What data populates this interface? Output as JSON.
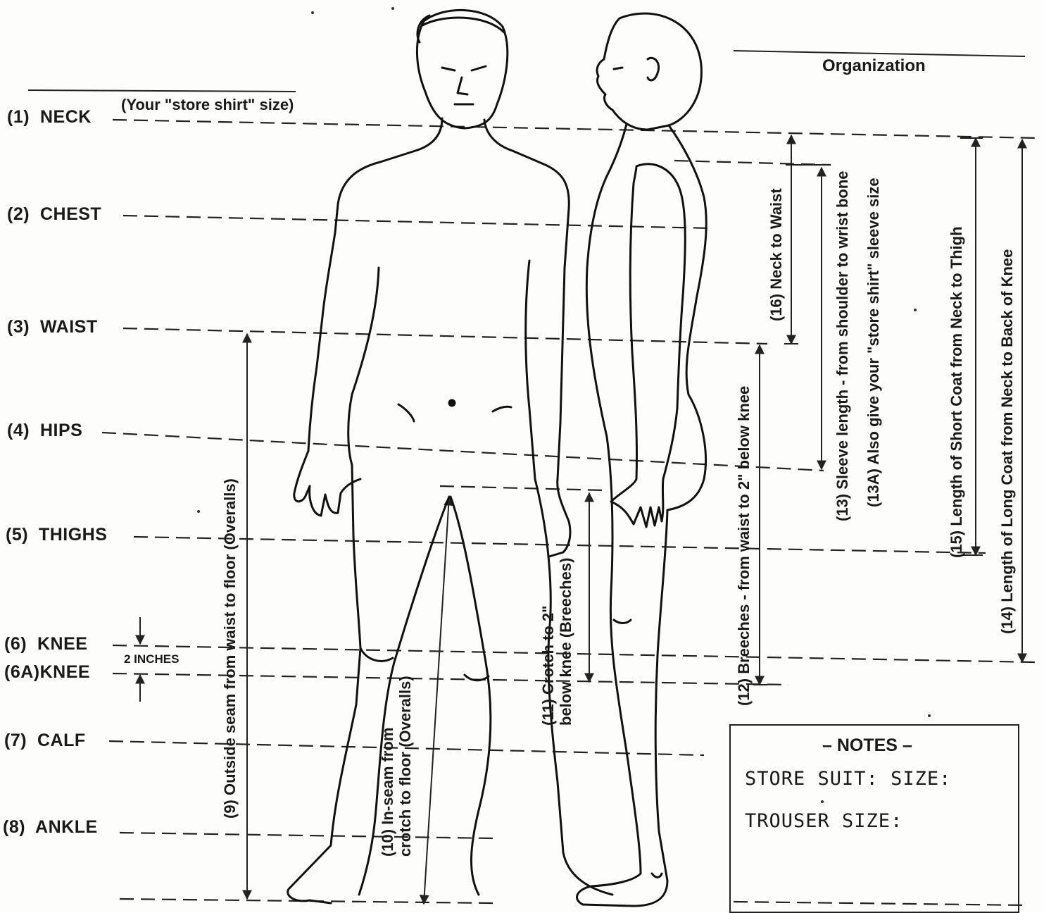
{
  "header": {
    "organization_label": "Organization"
  },
  "measurements": [
    {
      "num": "(1)",
      "name": "NECK",
      "note": "(Your \"store shirt\" size)"
    },
    {
      "num": "(2)",
      "name": "CHEST"
    },
    {
      "num": "(3)",
      "name": "WAIST"
    },
    {
      "num": "(4)",
      "name": "HIPS"
    },
    {
      "num": "(5)",
      "name": "THIGHS"
    },
    {
      "num": "(6)",
      "name": "KNEE"
    },
    {
      "num": "(6A)",
      "name": "KNEE"
    },
    {
      "num": "(7)",
      "name": "CALF"
    },
    {
      "num": "(8)",
      "name": "ANKLE"
    }
  ],
  "two_inches_label": "2 INCHES",
  "vertical_labels": {
    "m9": "(9) Outside seam from waist to floor (Overalls)",
    "m10_line1": "(10) In-seam from",
    "m10_line2": "crotch to floor (Overalls)",
    "m11_line1": "(11) Crotch to 2\"",
    "m11_line2": "below knee (Breeches)",
    "m12": "(12) Breeches - from waist to 2\" below knee",
    "m16": "(16) Neck to Waist",
    "m13": "(13) Sleeve length - from shoulder to wrist bone",
    "m13a": "(13A) Also give your \"store shirt\" sleeve size",
    "m15": "(15) Length of Short Coat from Neck to Thigh",
    "m14": "(14) Length of Long Coat from Neck to Back of Knee"
  },
  "notes": {
    "title": "– NOTES –",
    "store_suit": "STORE SUIT: SIZE:",
    "trouser": "TROUSER SIZE:"
  }
}
